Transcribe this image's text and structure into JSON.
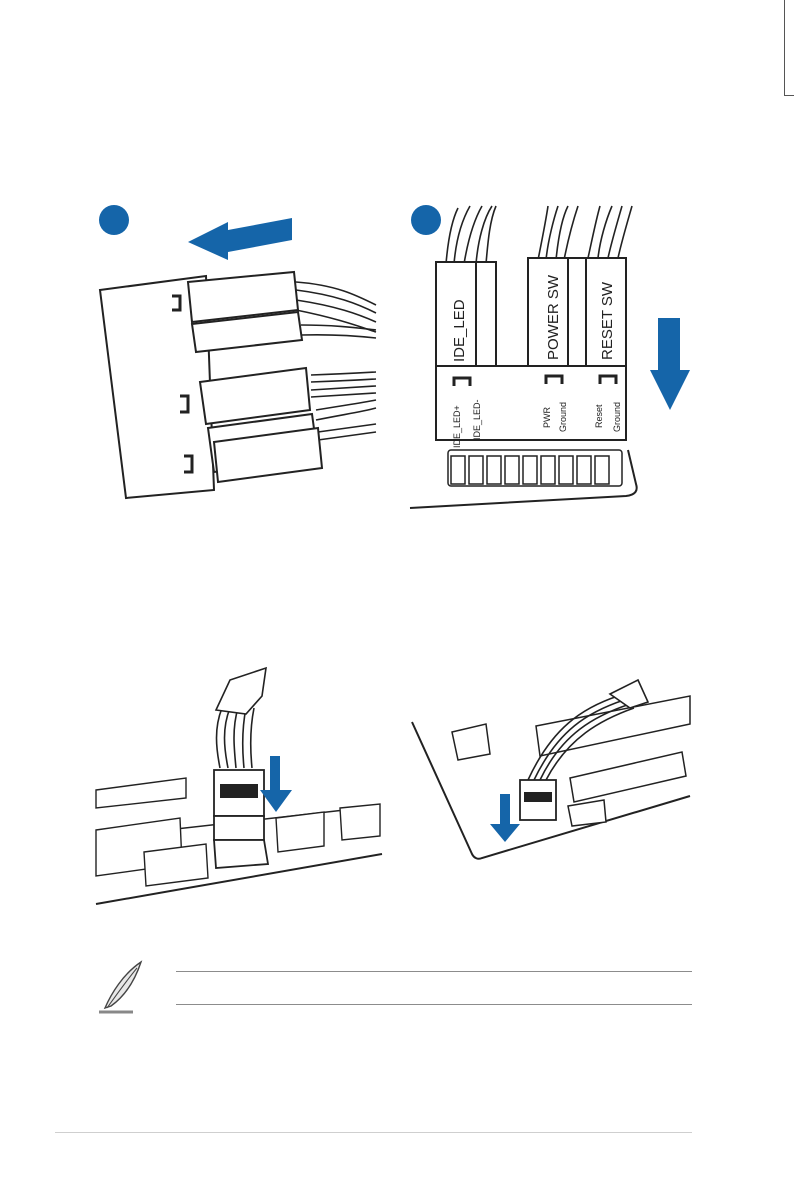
{
  "figure1": {
    "connector_labels": [
      "IDE_LED",
      "POWER SW",
      "RESET SW"
    ],
    "pin_labels": [
      "IDE_LED+",
      "IDE_LED-",
      "PWR",
      "Ground",
      "Reset",
      "Ground"
    ]
  },
  "colors": {
    "arrow_blue": "#1565a9",
    "step_circle": "#1565a9",
    "line": "#222222",
    "note_rule": "#8c8c8c"
  },
  "icons": [
    "page-tab-icon",
    "left-arrow-icon",
    "down-arrow-icon",
    "feather-note-icon"
  ]
}
